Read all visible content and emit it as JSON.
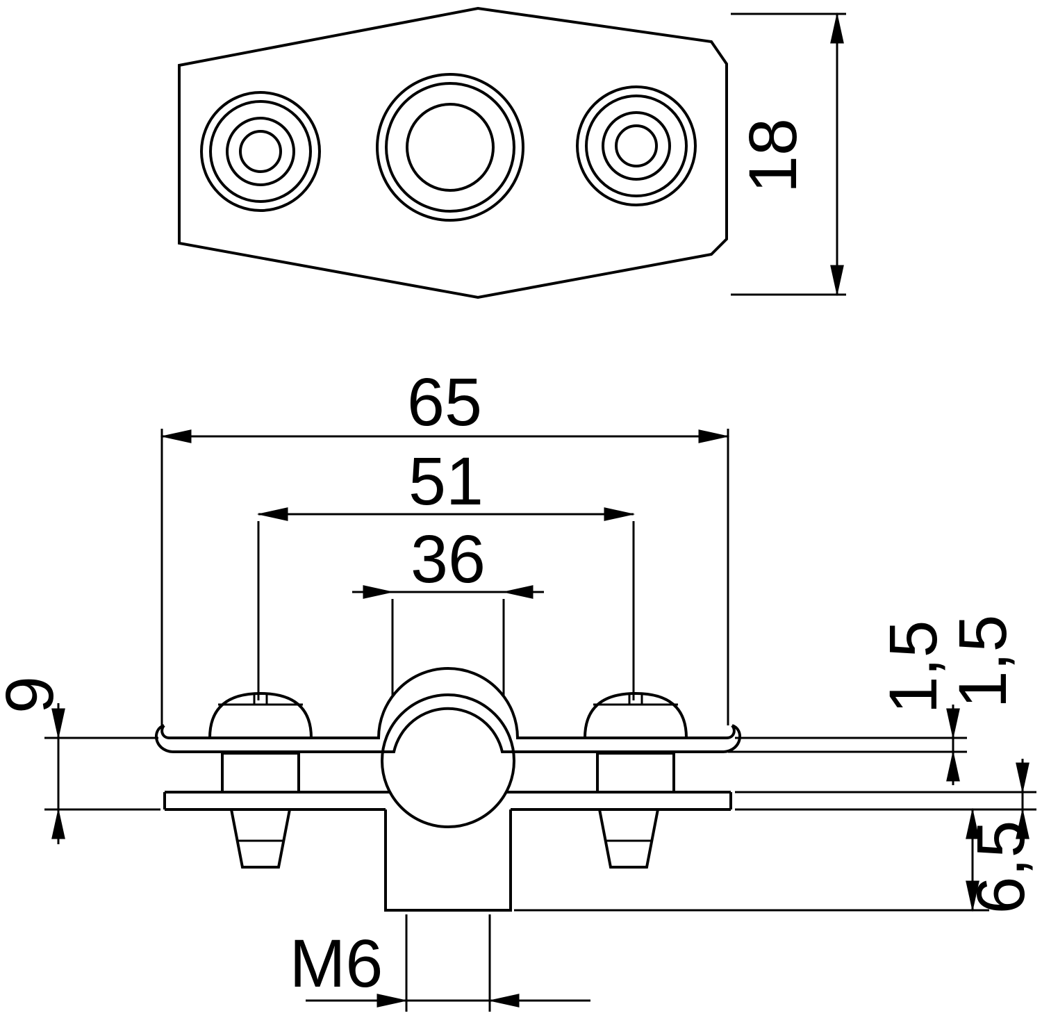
{
  "colors": {
    "line": "#000000",
    "background": "#ffffff"
  },
  "dimensions": {
    "top_view_depth": "18",
    "overall_width": "65",
    "screw_spacing": "51",
    "saddle_width": "36",
    "side_height": "9",
    "strap_thickness": "1,5",
    "base_thickness": "1,5",
    "stud_length": "6,5",
    "thread_size": "M6"
  }
}
